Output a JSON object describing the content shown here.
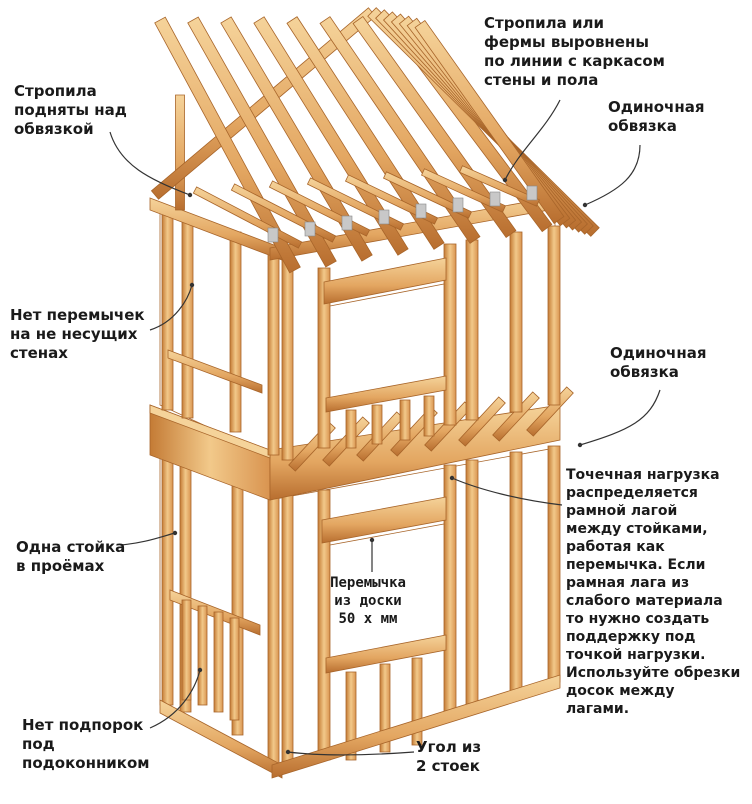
{
  "colors": {
    "wood_light": "#f2c98a",
    "wood_mid": "#e3a661",
    "wood_dark": "#c47b35",
    "wood_edge": "#a8652a",
    "wall_fill": "#ffffff",
    "leader": "#333333",
    "plate_metal": "#c8c8c8"
  },
  "labels": {
    "rafters_aligned": "Стропила или\nфермы выровнены\nпо линии с каркасом\nстены и пола",
    "rafters_raised": "Стропила\nподняты над\nобвязкой",
    "single_plate_top": "Одиночная\nобвязка",
    "no_headers": "Нет перемычек\nна не несущих\nстенах",
    "single_plate_mid": "Одиночная\nобвязка",
    "point_load": "Точечная нагрузка\nраспределяется\nрамной лагой\nмежду стойками,\nработая как\nперемычка. Если\nрамная лага из\nслабого материала\nто нужно создать\nподдержку под\nточкой нагрузки.\nИспользуйте обрезки\nдосок между\nлагами.",
    "one_stud": "Одна стойка\nв проёмах",
    "header_board": "Перемычка\nиз доски\n50 х мм",
    "no_cripples": "Нет подпорок\nпод\nподоконником",
    "corner": "Угол из\n2 стоек"
  }
}
